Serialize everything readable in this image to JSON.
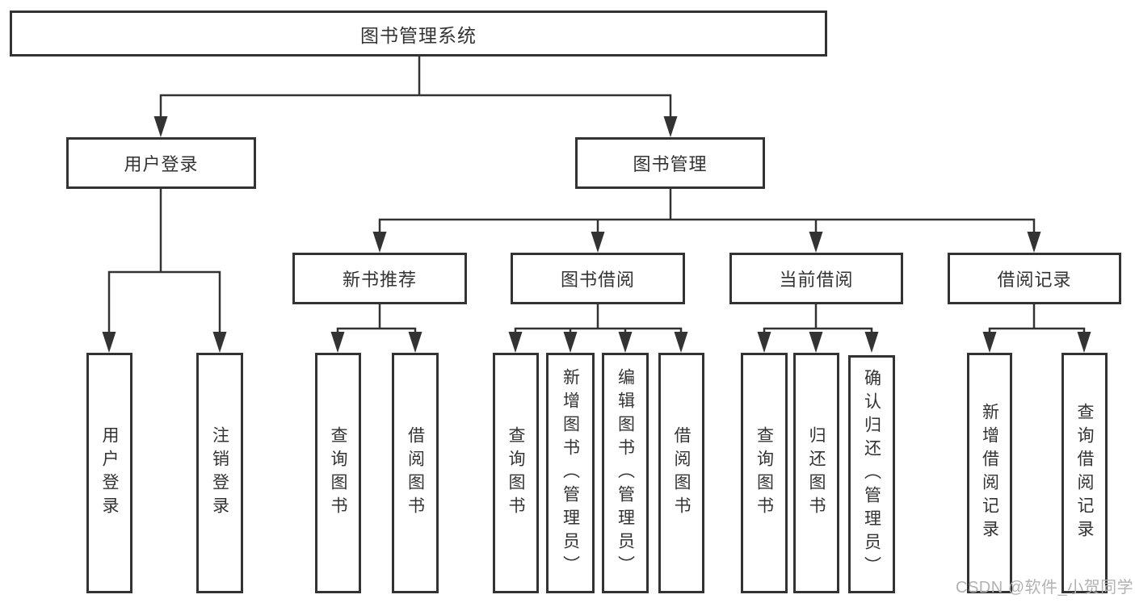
{
  "tree": {
    "root": {
      "label": "图书管理系统"
    },
    "user": {
      "label": "用户登录",
      "children": [
        {
          "label": "用户登录"
        },
        {
          "label": "注销登录"
        }
      ]
    },
    "mgmt": {
      "label": "图书管理",
      "children": [
        {
          "label": "新书推荐",
          "children": [
            {
              "label": "查询图书"
            },
            {
              "label": "借阅图书"
            }
          ]
        },
        {
          "label": "图书借阅",
          "children": [
            {
              "label": "查询图书"
            },
            {
              "label": "新增图书（管理员）"
            },
            {
              "label": "编辑图书（管理员）"
            },
            {
              "label": "借阅图书"
            }
          ]
        },
        {
          "label": "当前借阅",
          "children": [
            {
              "label": "查询图书"
            },
            {
              "label": "归还图书"
            },
            {
              "label": "确认归还（管理员）"
            }
          ]
        },
        {
          "label": "借阅记录",
          "children": [
            {
              "label": "新增借阅记录"
            },
            {
              "label": "查询借阅记录"
            }
          ]
        }
      ]
    }
  },
  "watermark": {
    "text": "CSDN @软件_小贺同学"
  },
  "colors": {
    "line": "#333333",
    "text": "#333333",
    "box_background": "#ffffff",
    "watermark": "#b2b2b2",
    "background": "#ffffff"
  }
}
